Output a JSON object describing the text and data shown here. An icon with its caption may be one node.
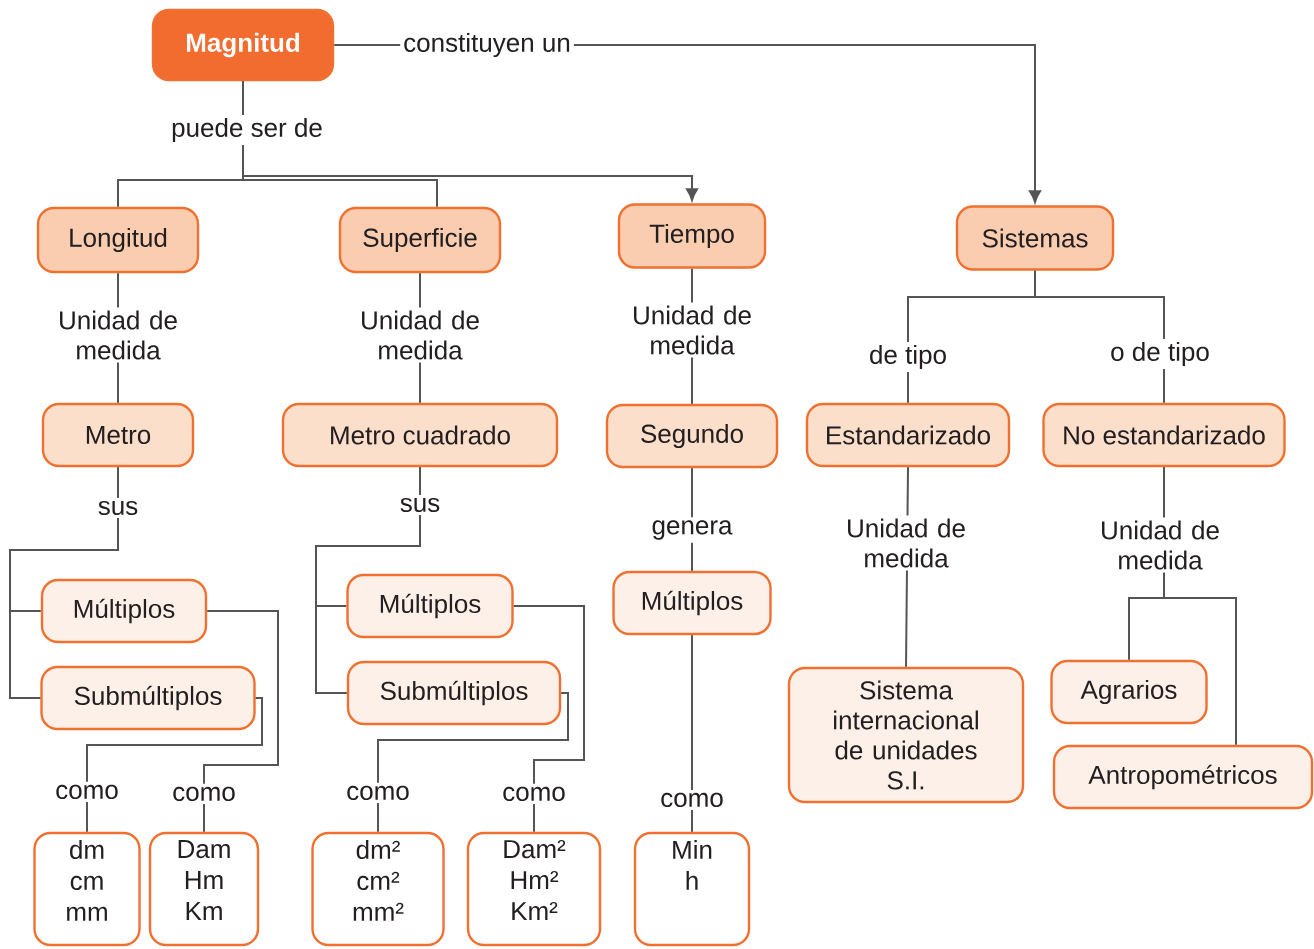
{
  "diagram": {
    "nodes": [
      {
        "text": [
          "Magnitud"
        ]
      },
      {
        "text": [
          "Longitud"
        ]
      },
      {
        "text": [
          "Superficie"
        ]
      },
      {
        "text": [
          "Tiempo"
        ]
      },
      {
        "text": [
          "Sistemas"
        ]
      },
      {
        "text": [
          "Metro"
        ]
      },
      {
        "text": [
          "Metro cuadrado"
        ]
      },
      {
        "text": [
          "Segundo"
        ]
      },
      {
        "text": [
          "Estandarizado"
        ]
      },
      {
        "text": [
          "No estandarizado"
        ]
      },
      {
        "text": [
          "Múltiplos"
        ]
      },
      {
        "text": [
          "Submúltiplos"
        ]
      },
      {
        "text": [
          "Múltiplos"
        ]
      },
      {
        "text": [
          "Submúltiplos"
        ]
      },
      {
        "text": [
          "Múltiplos"
        ]
      },
      {
        "text": [
          "Sistema internacional de unidades S.I."
        ]
      },
      {
        "text": [
          "Agrarios"
        ]
      },
      {
        "text": [
          "Antropométricos"
        ]
      },
      {
        "text": [
          "dm cm mm"
        ]
      },
      {
        "text": [
          "Dam Hm Km"
        ]
      },
      {
        "text": [
          "dm² cm² mm²"
        ]
      },
      {
        "text": [
          "Dam² Hm² Km²"
        ]
      },
      {
        "text": [
          "Min h"
        ]
      }
    ],
    "edges": [
      {
        "from": 0,
        "to": 4,
        "arrow": "to",
        "label": "constituyen un"
      },
      {
        "from": 0,
        "to": 1,
        "arrow": "none",
        "label": "puede ser de"
      },
      {
        "from": 0,
        "to": 2,
        "arrow": "none"
      },
      {
        "from": 0,
        "to": 3,
        "arrow": "to"
      },
      {
        "from": 1,
        "to": 5,
        "arrow": "none",
        "label": "Unidad de medida"
      },
      {
        "from": 2,
        "to": 6,
        "arrow": "none",
        "label": "Unidad de medida"
      },
      {
        "from": 3,
        "to": 7,
        "arrow": "none",
        "label": "Unidad de medida"
      },
      {
        "from": 4,
        "to": 8,
        "arrow": "none",
        "label": "de tipo"
      },
      {
        "from": 4,
        "to": 9,
        "arrow": "none",
        "label": "o de tipo"
      },
      {
        "from": 5,
        "to": 10,
        "arrow": "none",
        "label": "sus"
      },
      {
        "from": 5,
        "to": 11,
        "arrow": "none"
      },
      {
        "from": 6,
        "to": 12,
        "arrow": "none",
        "label": "sus"
      },
      {
        "from": 6,
        "to": 13,
        "arrow": "none"
      },
      {
        "from": 7,
        "to": 14,
        "arrow": "none",
        "label": "genera"
      },
      {
        "from": 8,
        "to": 15,
        "arrow": "none",
        "label": "Unidad de medida"
      },
      {
        "from": 9,
        "to": 16,
        "arrow": "none",
        "label": "Unidad de medida"
      },
      {
        "from": 9,
        "to": 17,
        "arrow": "none"
      },
      {
        "from": 11,
        "to": 18,
        "arrow": "none",
        "label": "como"
      },
      {
        "from": 10,
        "to": 19,
        "arrow": "none",
        "label": "como"
      },
      {
        "from": 13,
        "to": 20,
        "arrow": "none",
        "label": "como"
      },
      {
        "from": 12,
        "to": 21,
        "arrow": "none",
        "label": "como"
      },
      {
        "from": 14,
        "to": 22,
        "arrow": "none",
        "label": "como"
      }
    ]
  }
}
